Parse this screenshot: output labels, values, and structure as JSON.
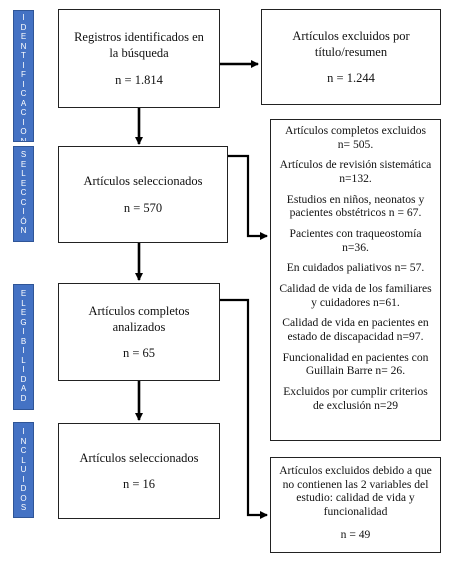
{
  "phases": {
    "identification": "IDENTIFICACION",
    "selection": "SELECCIÓN",
    "eligibility": "ELEGIBILIDAD",
    "included": "INCLUIDOS"
  },
  "flow": {
    "identified": {
      "label": "Registros identificados en la búsqueda",
      "n": "n = 1.814"
    },
    "selected": {
      "label": "Artículos seleccionados",
      "n": "n = 570"
    },
    "analyzed": {
      "label": "Artículos completos analizados",
      "n": "n = 65"
    },
    "included": {
      "label": "Artículos seleccionados",
      "n": "n = 16"
    }
  },
  "excluded_title": {
    "label": "Artículos excluidos por título/resumen",
    "n": "n = 1.244"
  },
  "excluded_full": [
    "Artículos completos excluidos n= 505.",
    "Artículos de revisión sistemática n=132.",
    "Estudios en niños, neonatos y pacientes obstétricos n = 67.",
    "Pacientes con traqueostomía n=36.",
    "En cuidados paliativos n= 57.",
    "Calidad de vida de los familiares y cuidadores n=61.",
    "Calidad de vida en pacientes en estado de discapacidad n=97.",
    "Funcionalidad en pacientes con Guillain Barre n= 26.",
    "Excluidos por cumplir criterios de exclusión n=29"
  ],
  "excluded_final": {
    "label": "Artículos excluidos debido a que no contienen las 2 variables del estudio: calidad de vida y funcionalidad",
    "n": "n = 49"
  }
}
